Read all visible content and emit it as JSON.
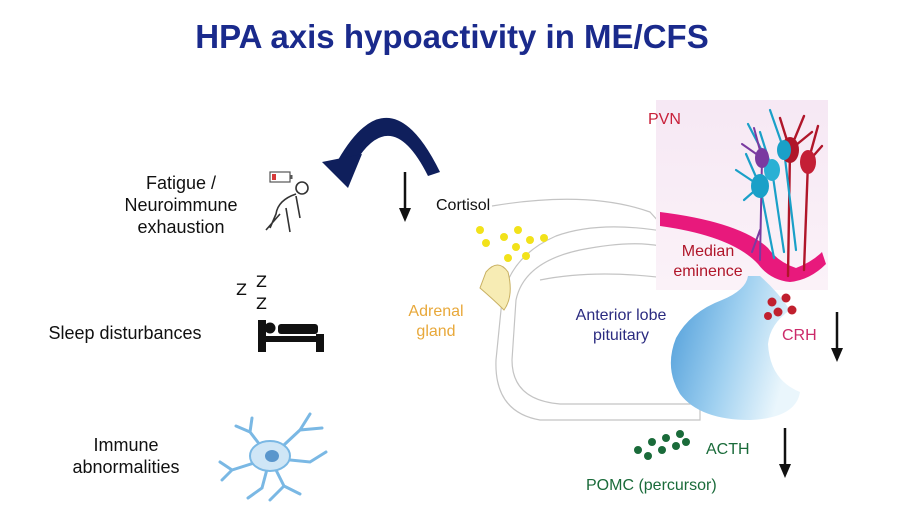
{
  "title": "HPA axis hypoactivity in ME/CFS",
  "symptoms": [
    {
      "line1": "Fatigue /",
      "line2": "Neuroimmune",
      "line3": "exhaustion"
    },
    {
      "line1": "Sleep disturbances"
    },
    {
      "line1": "Immune",
      "line2": "abnormalities"
    }
  ],
  "sleep_z": [
    "Z",
    "Z",
    "Z"
  ],
  "labels": {
    "cortisol": "Cortisol",
    "adrenal_1": "Adrenal",
    "adrenal_2": "gland",
    "anterior_1": "Anterior lobe",
    "anterior_2": "pituitary",
    "pvn": "PVN",
    "median_1": "Median",
    "median_2": "eminence",
    "crh": "CRH",
    "acth": "ACTH",
    "pomc": "POMC (percursor)"
  },
  "colors": {
    "title": "#1a2a8c",
    "feedback_arrow": "#0f1f5c",
    "cortisol_dots": "#f2e21a",
    "adrenal_text": "#e8a83a",
    "anterior_text": "#2b2b80",
    "pvn_text": "#c8203a",
    "median_eminence": "#e8197c",
    "crh_text": "#cc2a6a",
    "crh_dots": "#c0202e",
    "acth_dots": "#1a6b3a",
    "pituitary": "#5aa8dc",
    "neuron_red": "#b0162a",
    "neuron_cyan": "#1aa0c8",
    "neuron_purple": "#7a3aa0"
  }
}
